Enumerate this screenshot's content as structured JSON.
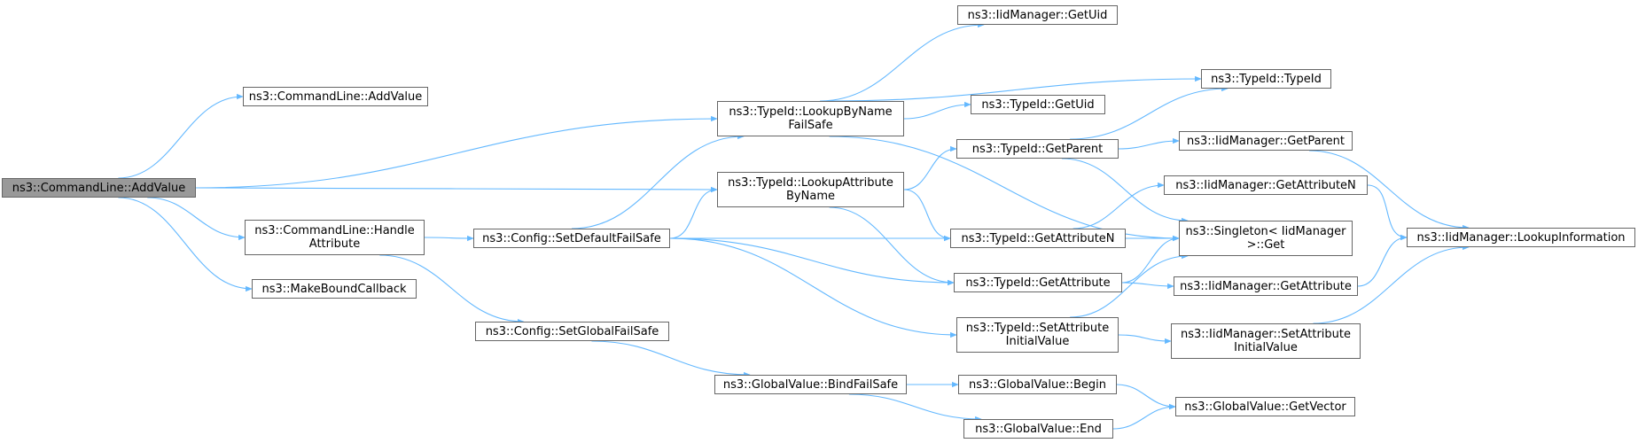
{
  "colors": {
    "edge": "#63b8ff",
    "node_border": "#666666",
    "node_fill": "#ffffff",
    "root_fill": "#999999"
  },
  "nodes": [
    {
      "id": "root",
      "lines": [
        "ns3::CommandLine::AddValue"
      ],
      "root": true
    },
    {
      "id": "cl_addvalue2",
      "lines": [
        "ns3::CommandLine::AddValue"
      ]
    },
    {
      "id": "cl_handle",
      "lines": [
        "ns3::CommandLine::Handle",
        "Attribute"
      ]
    },
    {
      "id": "makebound",
      "lines": [
        "ns3::MakeBoundCallback"
      ]
    },
    {
      "id": "lookupbyname",
      "lines": [
        "ns3::TypeId::LookupByName",
        "FailSafe"
      ]
    },
    {
      "id": "lookupattr",
      "lines": [
        "ns3::TypeId::LookupAttribute",
        "ByName"
      ]
    },
    {
      "id": "setdefault",
      "lines": [
        "ns3::Config::SetDefaultFailSafe"
      ]
    },
    {
      "id": "setglobal",
      "lines": [
        "ns3::Config::SetGlobalFailSafe"
      ]
    },
    {
      "id": "bindfailsafe",
      "lines": [
        "ns3::GlobalValue::BindFailSafe"
      ]
    },
    {
      "id": "iid_getuid",
      "lines": [
        "ns3::IidManager::GetUid"
      ]
    },
    {
      "id": "tid_getuid",
      "lines": [
        "ns3::TypeId::GetUid"
      ]
    },
    {
      "id": "tid_getparent",
      "lines": [
        "ns3::TypeId::GetParent"
      ]
    },
    {
      "id": "tid_getattrn",
      "lines": [
        "ns3::TypeId::GetAttributeN"
      ]
    },
    {
      "id": "tid_getattr",
      "lines": [
        "ns3::TypeId::GetAttribute"
      ]
    },
    {
      "id": "tid_setattr",
      "lines": [
        "ns3::TypeId::SetAttribute",
        "InitialValue"
      ]
    },
    {
      "id": "gv_begin",
      "lines": [
        "ns3::GlobalValue::Begin"
      ]
    },
    {
      "id": "gv_end",
      "lines": [
        "ns3::GlobalValue::End"
      ]
    },
    {
      "id": "tid_typeid",
      "lines": [
        "ns3::TypeId::TypeId"
      ]
    },
    {
      "id": "iid_getparent",
      "lines": [
        "ns3::IidManager::GetParent"
      ]
    },
    {
      "id": "iid_getattrn",
      "lines": [
        "ns3::IidManager::GetAttributeN"
      ]
    },
    {
      "id": "singleton",
      "lines": [
        "ns3::Singleton< IidManager",
        ">::Get"
      ]
    },
    {
      "id": "iid_getattr",
      "lines": [
        "ns3::IidManager::GetAttribute"
      ]
    },
    {
      "id": "iid_setattr",
      "lines": [
        "ns3::IidManager::SetAttribute",
        "InitialValue"
      ]
    },
    {
      "id": "gv_getvector",
      "lines": [
        "ns3::GlobalValue::GetVector"
      ]
    },
    {
      "id": "iid_lookup",
      "lines": [
        "ns3::IidManager::LookupInformation"
      ]
    }
  ],
  "edges": [
    [
      "root",
      "cl_addvalue2"
    ],
    [
      "root",
      "lookupbyname"
    ],
    [
      "root",
      "lookupattr"
    ],
    [
      "root",
      "cl_handle"
    ],
    [
      "root",
      "makebound"
    ],
    [
      "cl_handle",
      "setdefault"
    ],
    [
      "cl_handle",
      "setglobal"
    ],
    [
      "setdefault",
      "lookupbyname"
    ],
    [
      "setdefault",
      "lookupattr"
    ],
    [
      "setdefault",
      "tid_getattrn"
    ],
    [
      "setdefault",
      "tid_getattr"
    ],
    [
      "setdefault",
      "tid_setattr"
    ],
    [
      "setglobal",
      "bindfailsafe"
    ],
    [
      "bindfailsafe",
      "gv_begin"
    ],
    [
      "bindfailsafe",
      "gv_end"
    ],
    [
      "lookupbyname",
      "iid_getuid"
    ],
    [
      "lookupbyname",
      "tid_typeid"
    ],
    [
      "lookupbyname",
      "tid_getuid"
    ],
    [
      "lookupbyname",
      "singleton"
    ],
    [
      "lookupattr",
      "tid_getparent"
    ],
    [
      "lookupattr",
      "tid_getattrn"
    ],
    [
      "lookupattr",
      "tid_getattr"
    ],
    [
      "tid_getparent",
      "tid_typeid"
    ],
    [
      "tid_getparent",
      "iid_getparent"
    ],
    [
      "tid_getparent",
      "singleton"
    ],
    [
      "tid_getattrn",
      "iid_getattrn"
    ],
    [
      "tid_getattrn",
      "singleton"
    ],
    [
      "tid_getattr",
      "singleton"
    ],
    [
      "tid_getattr",
      "iid_getattr"
    ],
    [
      "tid_setattr",
      "singleton"
    ],
    [
      "tid_setattr",
      "iid_setattr"
    ],
    [
      "gv_begin",
      "gv_getvector"
    ],
    [
      "gv_end",
      "gv_getvector"
    ],
    [
      "iid_getparent",
      "iid_lookup"
    ],
    [
      "iid_getattrn",
      "iid_lookup"
    ],
    [
      "iid_getattr",
      "iid_lookup"
    ],
    [
      "iid_setattr",
      "iid_lookup"
    ]
  ]
}
